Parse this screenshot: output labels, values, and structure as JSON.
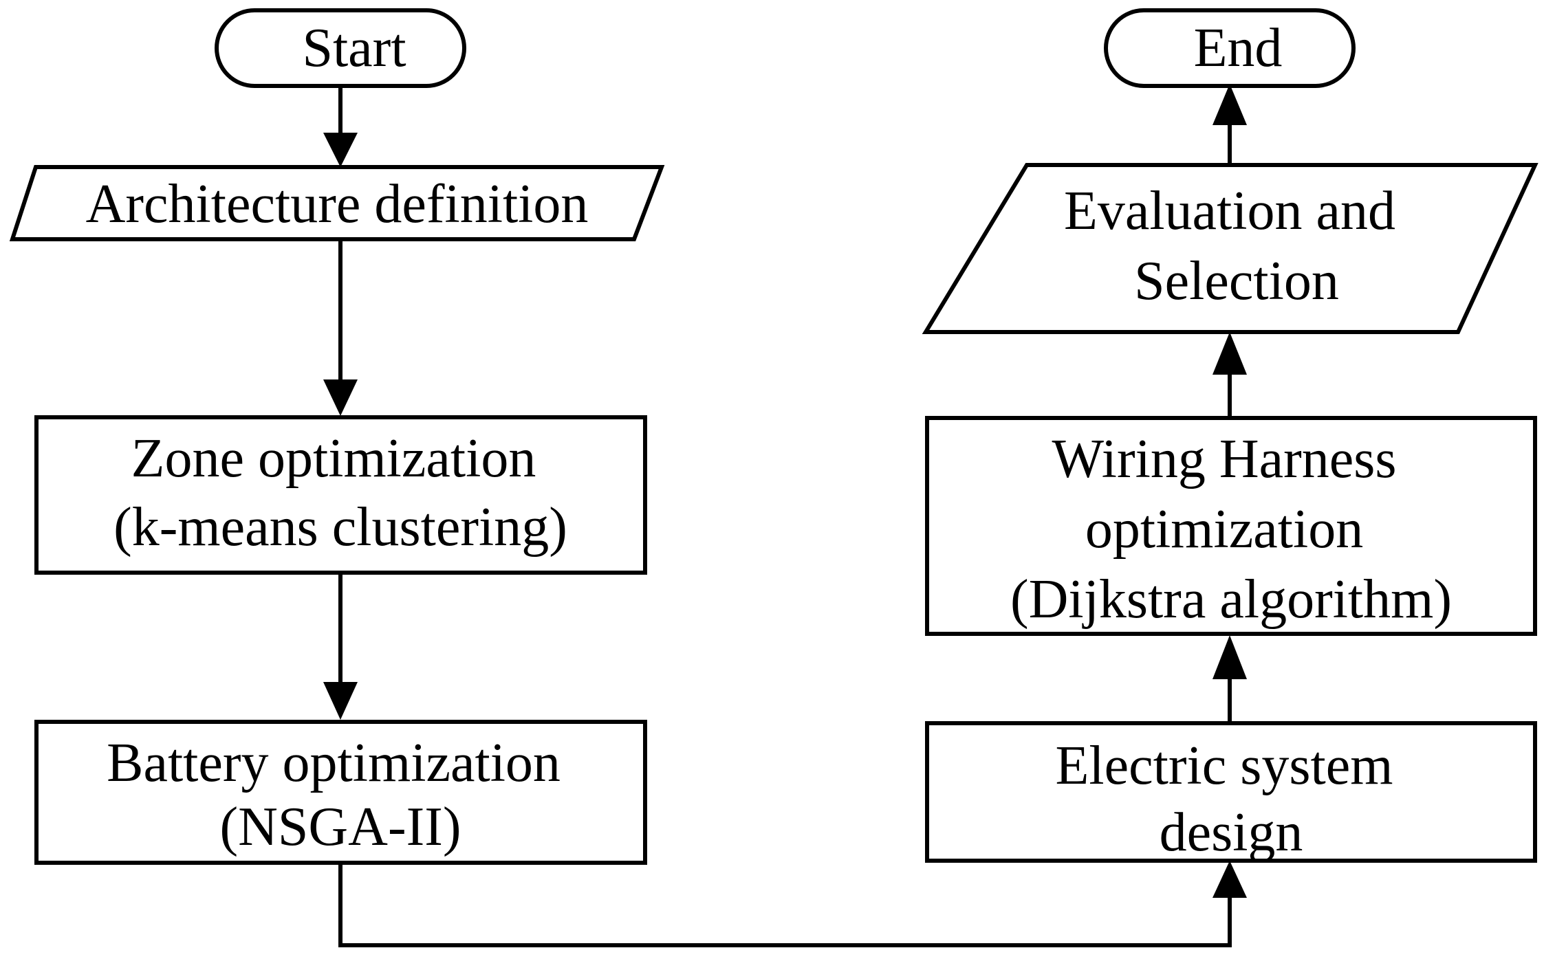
{
  "nodes": {
    "start": {
      "lines": [
        "Start"
      ]
    },
    "architecture": {
      "lines": [
        "Architecture definition"
      ]
    },
    "zone": {
      "lines": [
        "Zone optimization",
        "(k-means clustering)"
      ]
    },
    "battery": {
      "lines": [
        "Battery optimization",
        "(NSGA-II)"
      ]
    },
    "electric": {
      "lines": [
        "Electric system",
        "design"
      ]
    },
    "wiring": {
      "lines": [
        "Wiring Harness",
        "optimization",
        "(Dijkstra algorithm)"
      ]
    },
    "evaluation": {
      "lines": [
        "Evaluation and",
        "Selection"
      ]
    },
    "end": {
      "lines": [
        "End"
      ]
    }
  }
}
